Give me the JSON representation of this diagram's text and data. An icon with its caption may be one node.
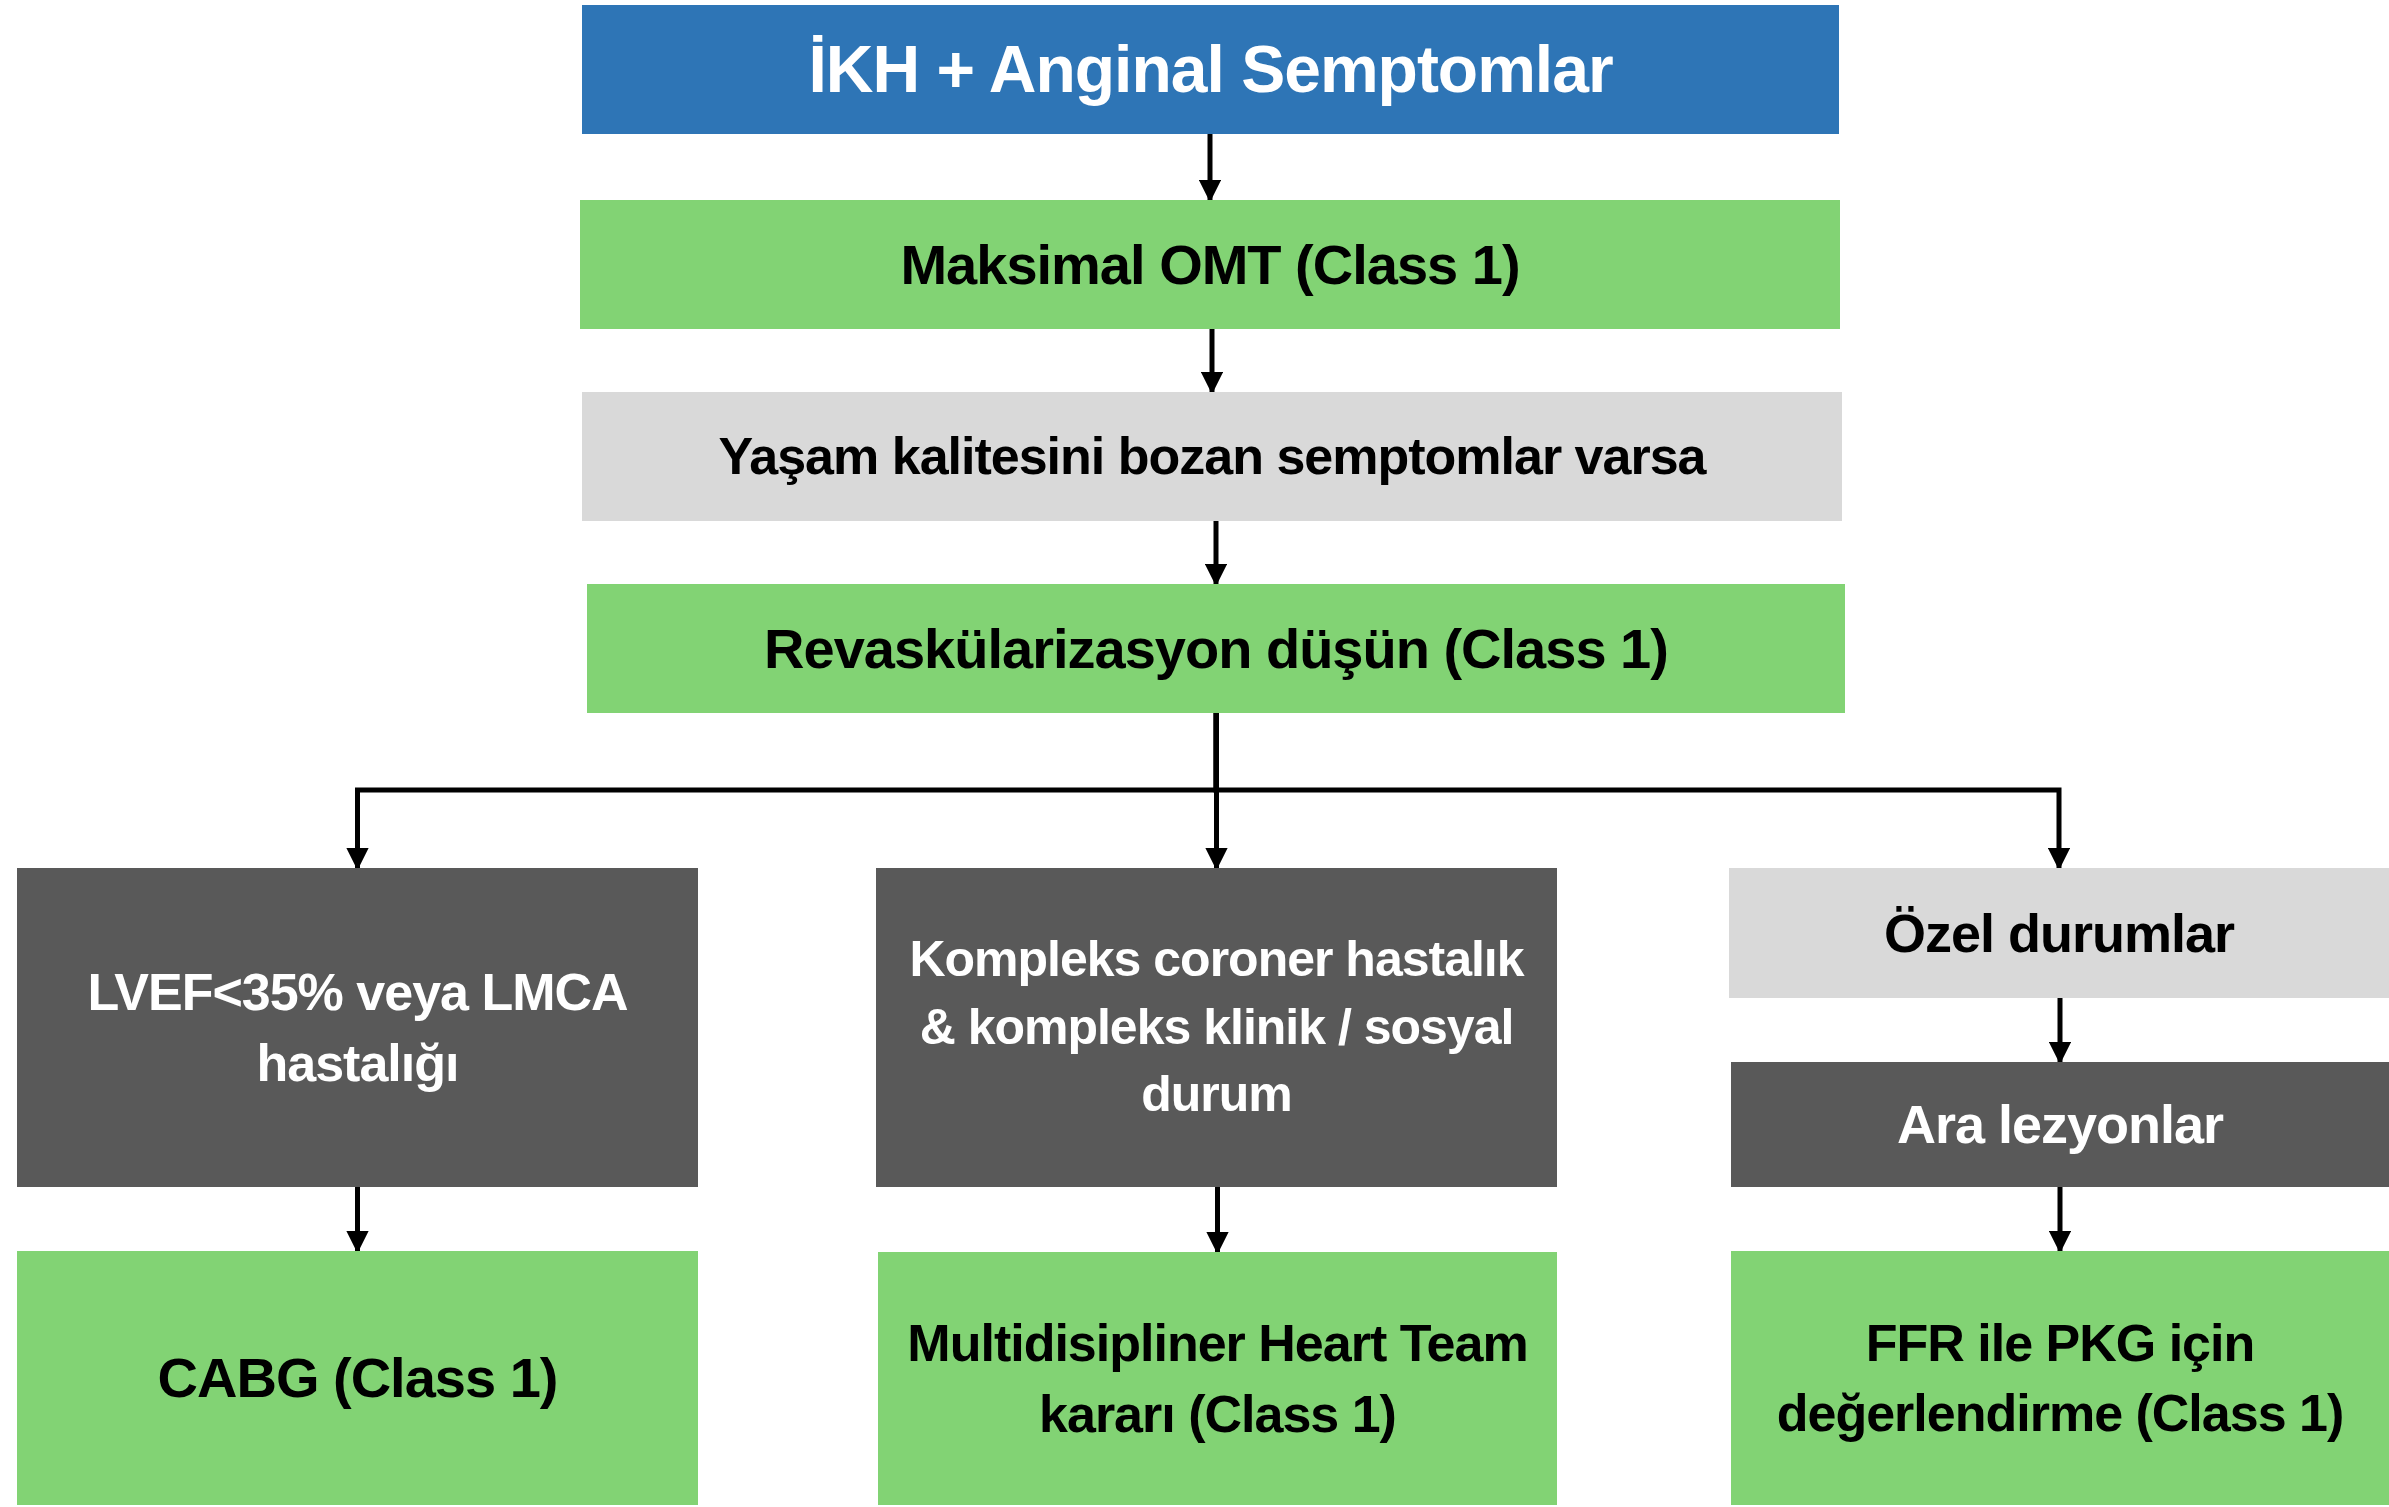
{
  "diagram": {
    "nodes": [
      {
        "text": [
          "İKH + Anginal Semptomlar"
        ]
      },
      {
        "text": [
          "Maksimal OMT (Class 1)"
        ]
      },
      {
        "text": [
          "Yaşam kalitesini bozan semptomlar varsa"
        ]
      },
      {
        "text": [
          "Revaskülarizasyon düşün (Class 1)"
        ]
      },
      {
        "text": [
          "LVEF<35% veya LMCA hastalığı"
        ]
      },
      {
        "text": [
          "Kompleks coroner hastalık & kompleks klinik / sosyal durum"
        ]
      },
      {
        "text": [
          "Özel durumlar"
        ]
      },
      {
        "text": [
          "Ara lezyonlar"
        ]
      },
      {
        "text": [
          "CABG (Class 1)"
        ]
      },
      {
        "text": [
          "Multidisipliner Heart Team kararı (Class 1)"
        ]
      },
      {
        "text": [
          "FFR ile PKG için değerlendirme (Class 1)"
        ]
      }
    ],
    "edges": [
      {
        "from": 0,
        "to": 1,
        "arrow": "to"
      },
      {
        "from": 1,
        "to": 2,
        "arrow": "to"
      },
      {
        "from": 2,
        "to": 3,
        "arrow": "to"
      },
      {
        "from": 3,
        "to": 4,
        "arrow": "to"
      },
      {
        "from": 3,
        "to": 5,
        "arrow": "to"
      },
      {
        "from": 3,
        "to": 6,
        "arrow": "to"
      },
      {
        "from": 6,
        "to": 7,
        "arrow": "to"
      },
      {
        "from": 4,
        "to": 8,
        "arrow": "to"
      },
      {
        "from": 5,
        "to": 9,
        "arrow": "to"
      },
      {
        "from": 7,
        "to": 10,
        "arrow": "to"
      }
    ]
  }
}
